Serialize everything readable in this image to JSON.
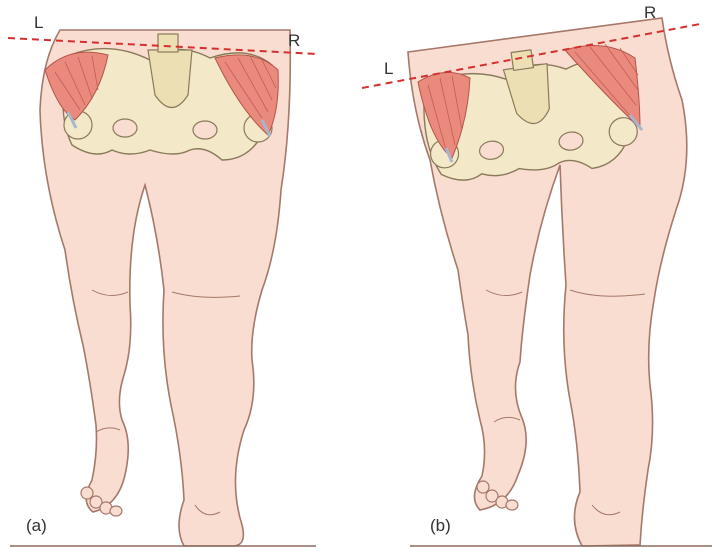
{
  "panels": [
    {
      "caption": "(a)",
      "left_marker": "L",
      "right_marker": "R"
    },
    {
      "caption": "(b)",
      "left_marker": "L",
      "right_marker": "R"
    }
  ],
  "colors": {
    "skin": "#f9ddd0",
    "skin_outline": "#a5786a",
    "bone": "#f3e9c9",
    "bone_outline": "#8a7a5a",
    "muscle": "#e98a7d",
    "muscle_fiber": "#c25d55",
    "tendon": "#a9b5cf",
    "pelvic_line": "#d62f2f",
    "ground": "#8b6b60"
  }
}
